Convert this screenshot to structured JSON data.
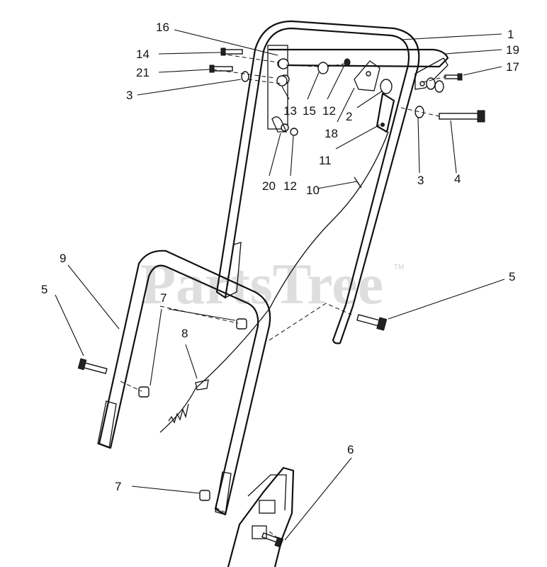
{
  "watermark": {
    "text": "PartsTree",
    "mark": "TM"
  },
  "callouts": {
    "c1": "1",
    "c19": "19",
    "c17": "17",
    "c16": "16",
    "c14": "14",
    "c21": "21",
    "c3a": "3",
    "c13": "13",
    "c15": "15",
    "c12a": "12",
    "c2": "2",
    "c18": "18",
    "c11": "11",
    "c20": "20",
    "c12b": "12",
    "c10": "10",
    "c3b": "3",
    "c4": "4",
    "c9": "9",
    "c5a": "5",
    "c7a": "7",
    "c8": "8",
    "c5b": "5",
    "c6": "6",
    "c7b": "7"
  }
}
